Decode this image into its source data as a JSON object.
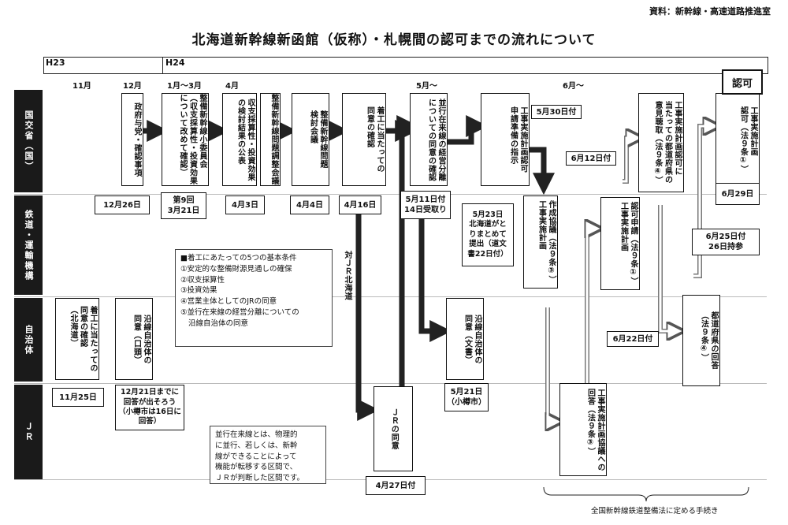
{
  "source": "資料：新幹線・高速道路推進室",
  "title": "北海道新幹線新函館（仮称）・札幌間の認可までの流れについて",
  "years": {
    "h23": "H23",
    "h24": "H24"
  },
  "months": {
    "nov": "11月",
    "dec": "12月",
    "jan_mar": "1月〜3月",
    "apr": "4月",
    "may": "5月〜",
    "jun": "6月〜"
  },
  "lanes": {
    "kokkosho": "国交省（国）",
    "tetsudo": "鉄道・運輸機構",
    "jichitai": "自治体",
    "jr": "ＪＲ"
  },
  "steps": {
    "s1": "政府与党・確認事項",
    "s2": "整備新幹線小委員会\n（収支採算性・投資効果\nについて改めて確認）",
    "s3": "収支採算性・投資効果\nの検討結果の公表",
    "s4": "整備新幹線問題調整会議",
    "s5": "整備新幹線問題\n検討会議",
    "s6": "着工に当たっての\n同意の確認",
    "s7": "並行在来線の経営分離\nについての同意の確認",
    "s8": "工事実施計画認可\n申請準備の指示",
    "s9": "工事実施計画認可に\n当たっての都道府県の\n意見聴取（法９条④）",
    "s10": "工事実施計画\n認可（法９条①）",
    "t1": "作成協議（法９条③）\n工事実施計画",
    "t2": "認可申請（法９条①）\n工事実施計画",
    "l1": "着工に当たっての\n同意の確認\n（北海道）",
    "l2": "沿線自治体の\n同意（口頭）",
    "l3": "沿線自治体の\n同意（文書）",
    "l4": "都道府県の回答\n（法９条④）",
    "j1": "ＪＲの同意",
    "j2": "工事実施計画協議への\n回答（法９条③）",
    "taiJR": "対ＪＲ北海道"
  },
  "dates": {
    "d1": "12月26日",
    "d2": "第9回\n3月21日",
    "d3": "4月3日",
    "d4": "4月4日",
    "d5": "4月16日",
    "d6": "5月11日付\n14日受取り",
    "d7": "5月30日付",
    "d8": "6月12日付",
    "d9": "6月29日",
    "d10": "5月23日\n北海道がと\nりまとめて\n提出（道文\n書22日付）",
    "d11": "6月25日付\n26日持参",
    "d12": "6月22日付",
    "d13": "11月25日",
    "d14": "12月21日までに\n回答が出そろう\n（小樽市は16日に\n回答）",
    "d15": "5月21日\n（小樽市）",
    "d16": "4月27日付"
  },
  "ninka": "認可",
  "conditions": {
    "heading": "■着工にあたっての5つの基本条件",
    "items": [
      "①安定的な整備財源見通しの確保",
      "②収支採算性",
      "③投資効果",
      "④営業主体としてのJRの同意",
      "⑤並行在来線の経営分離についての",
      "沿線自治体の同意"
    ]
  },
  "parallel_note": "並行在来線とは、物理的\nに並行、若しくは、新幹\n線ができることによって\n機能が転移する区間で、\nＪＲが判断した区間です。",
  "footer": "全国新幹線鉄道整備法に定める手続き"
}
